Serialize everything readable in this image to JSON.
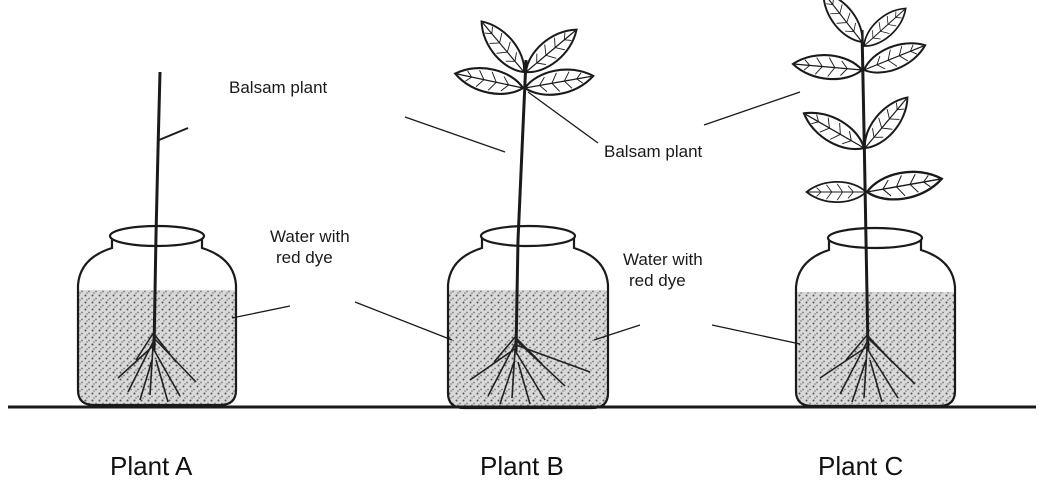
{
  "labels": {
    "balsam_left": "Balsam plant",
    "balsam_right": "Balsam plant",
    "water_left_line1": "Water with",
    "water_left_line2": "red dye",
    "water_right_line1": "Water with",
    "water_right_line2": "red dye"
  },
  "captions": {
    "plant_a": "Plant A",
    "plant_b": "Plant B",
    "plant_c": "Plant C"
  },
  "colors": {
    "ink": "#1a1a1a",
    "dye": "#6a6a6a"
  }
}
